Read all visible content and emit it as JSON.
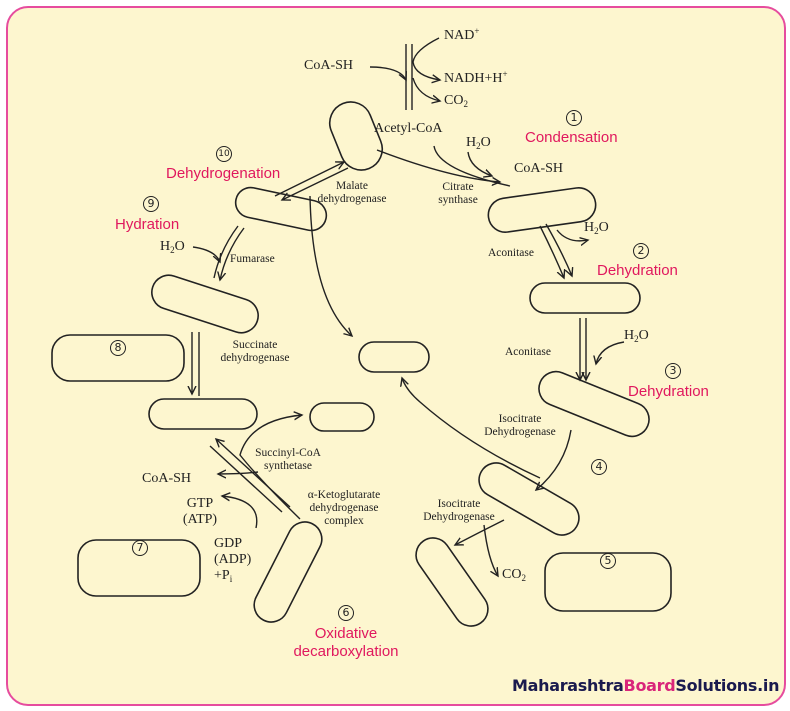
{
  "molecules": {
    "coash_top": "CoA-SH",
    "nad": "NAD",
    "nadh": "NADH+H",
    "co2_top": "CO",
    "acetyl_coa": "Acetyl-CoA",
    "h2o_1": "H",
    "coash_1": "CoA-SH",
    "h2o_2": "H",
    "h2o_3": "H",
    "co2_bottom": "CO",
    "h2o_9": "H",
    "coash_7": "CoA-SH",
    "gtp": "GTP",
    "atp": "(ATP)",
    "gdp": "GDP",
    "adp": "(ADP)",
    "pi": "+P"
  },
  "enzymes": {
    "citrate_synthase": [
      "Citrate",
      "synthase"
    ],
    "aconitase_1": "Aconitase",
    "aconitase_2": "Aconitase",
    "isocitrate_dh_1": [
      "Isocitrate",
      "Dehydrogenase"
    ],
    "isocitrate_dh_2": [
      "Isocitrate",
      "Dehydrogenase"
    ],
    "akg_dh": [
      "α-Ketoglutarate",
      "dehydrogenase",
      "complex"
    ],
    "succinyl_coa_synthetase": [
      "Succinyl-CoA",
      "synthetase"
    ],
    "succinate_dh": [
      "Succinate",
      "dehydrogenase"
    ],
    "fumarase": "Fumarase",
    "malate_dh": [
      "Malate",
      "dehydrogenase"
    ]
  },
  "steps": {
    "s1": {
      "num": "1",
      "label": "Condensation"
    },
    "s2": {
      "num": "2",
      "label": "Dehydration"
    },
    "s3": {
      "num": "3",
      "label": "Dehydration"
    },
    "s4": {
      "num": "4"
    },
    "s5": {
      "num": "5"
    },
    "s6": {
      "num": "6",
      "label": [
        "Oxidative",
        "decarboxylation"
      ]
    },
    "s7": {
      "num": "7"
    },
    "s8": {
      "num": "8"
    },
    "s9": {
      "num": "9",
      "label": "Hydration"
    },
    "s10": {
      "num": "10",
      "label": "Dehydrogenation"
    }
  },
  "watermark": {
    "part1": "Maharashtra",
    "part2": "Board",
    "part3": "Solutions.in"
  },
  "colors": {
    "accent": "#e0185e",
    "border": "#e64c9e",
    "background": "#fdf6cf"
  }
}
